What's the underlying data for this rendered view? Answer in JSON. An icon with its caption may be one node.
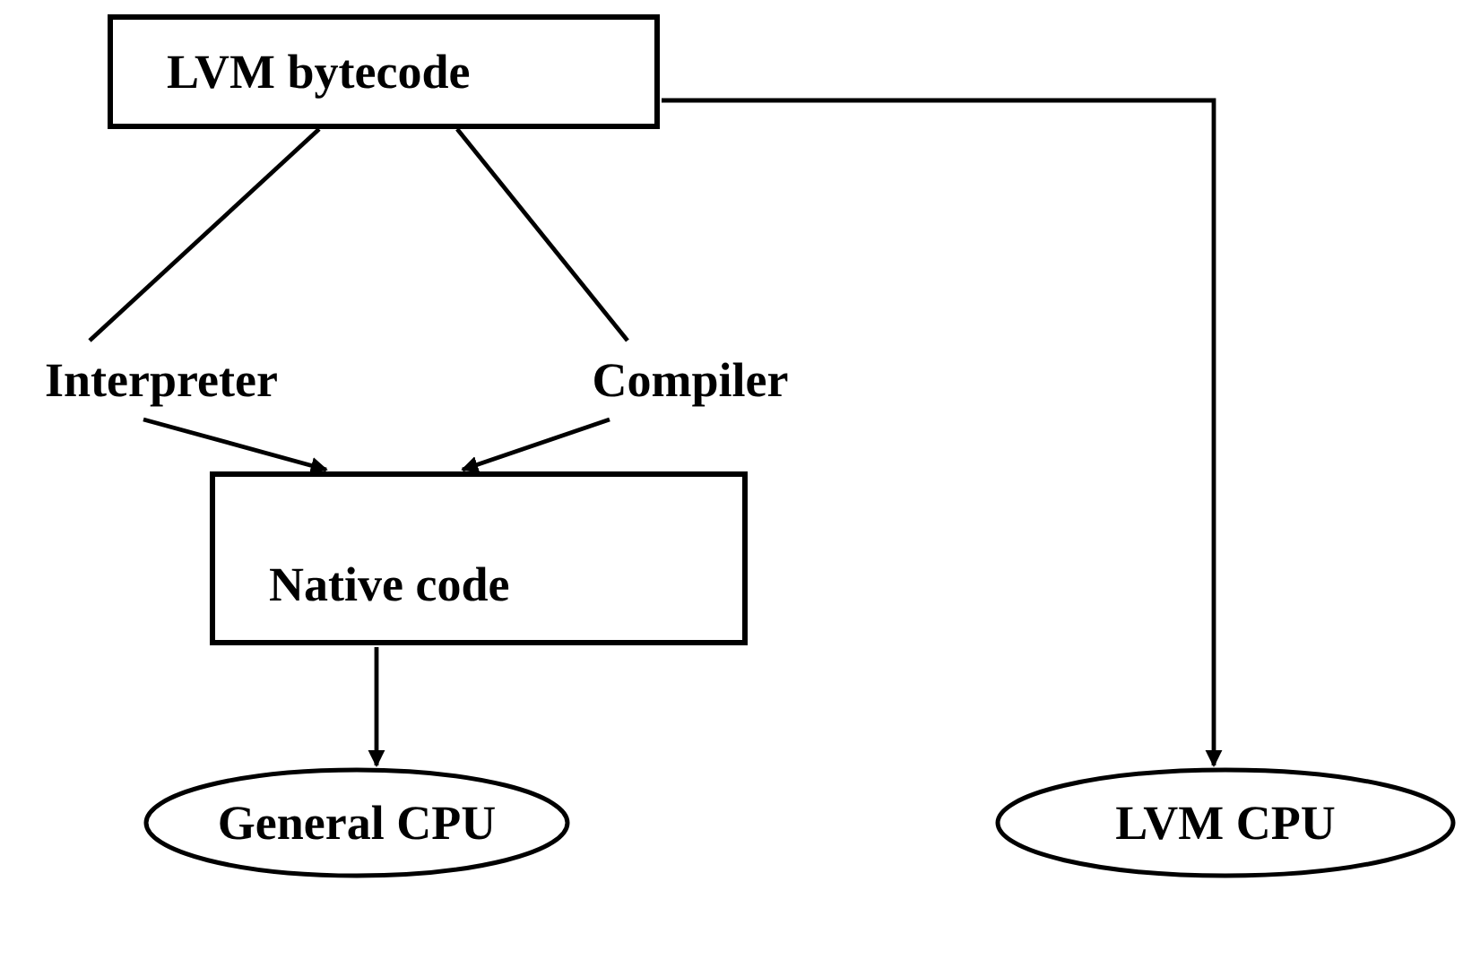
{
  "diagram": {
    "nodes": [
      {
        "text": [
          "LVM bytecode"
        ]
      },
      {
        "text": [
          "Interpreter"
        ]
      },
      {
        "text": [
          "Compiler"
        ]
      },
      {
        "text": [
          "Native code"
        ]
      },
      {
        "text": [
          "General CPU"
        ]
      },
      {
        "text": [
          "LVM CPU"
        ]
      }
    ],
    "edges": [
      {
        "from": 0,
        "to": 1,
        "arrow": "none"
      },
      {
        "from": 1,
        "to": 3,
        "arrow": "to"
      },
      {
        "from": 0,
        "to": 2,
        "arrow": "none"
      },
      {
        "from": 2,
        "to": 3,
        "arrow": "to"
      },
      {
        "from": 3,
        "to": 4,
        "arrow": "to"
      },
      {
        "from": 0,
        "to": 5,
        "arrow": "to"
      }
    ]
  }
}
